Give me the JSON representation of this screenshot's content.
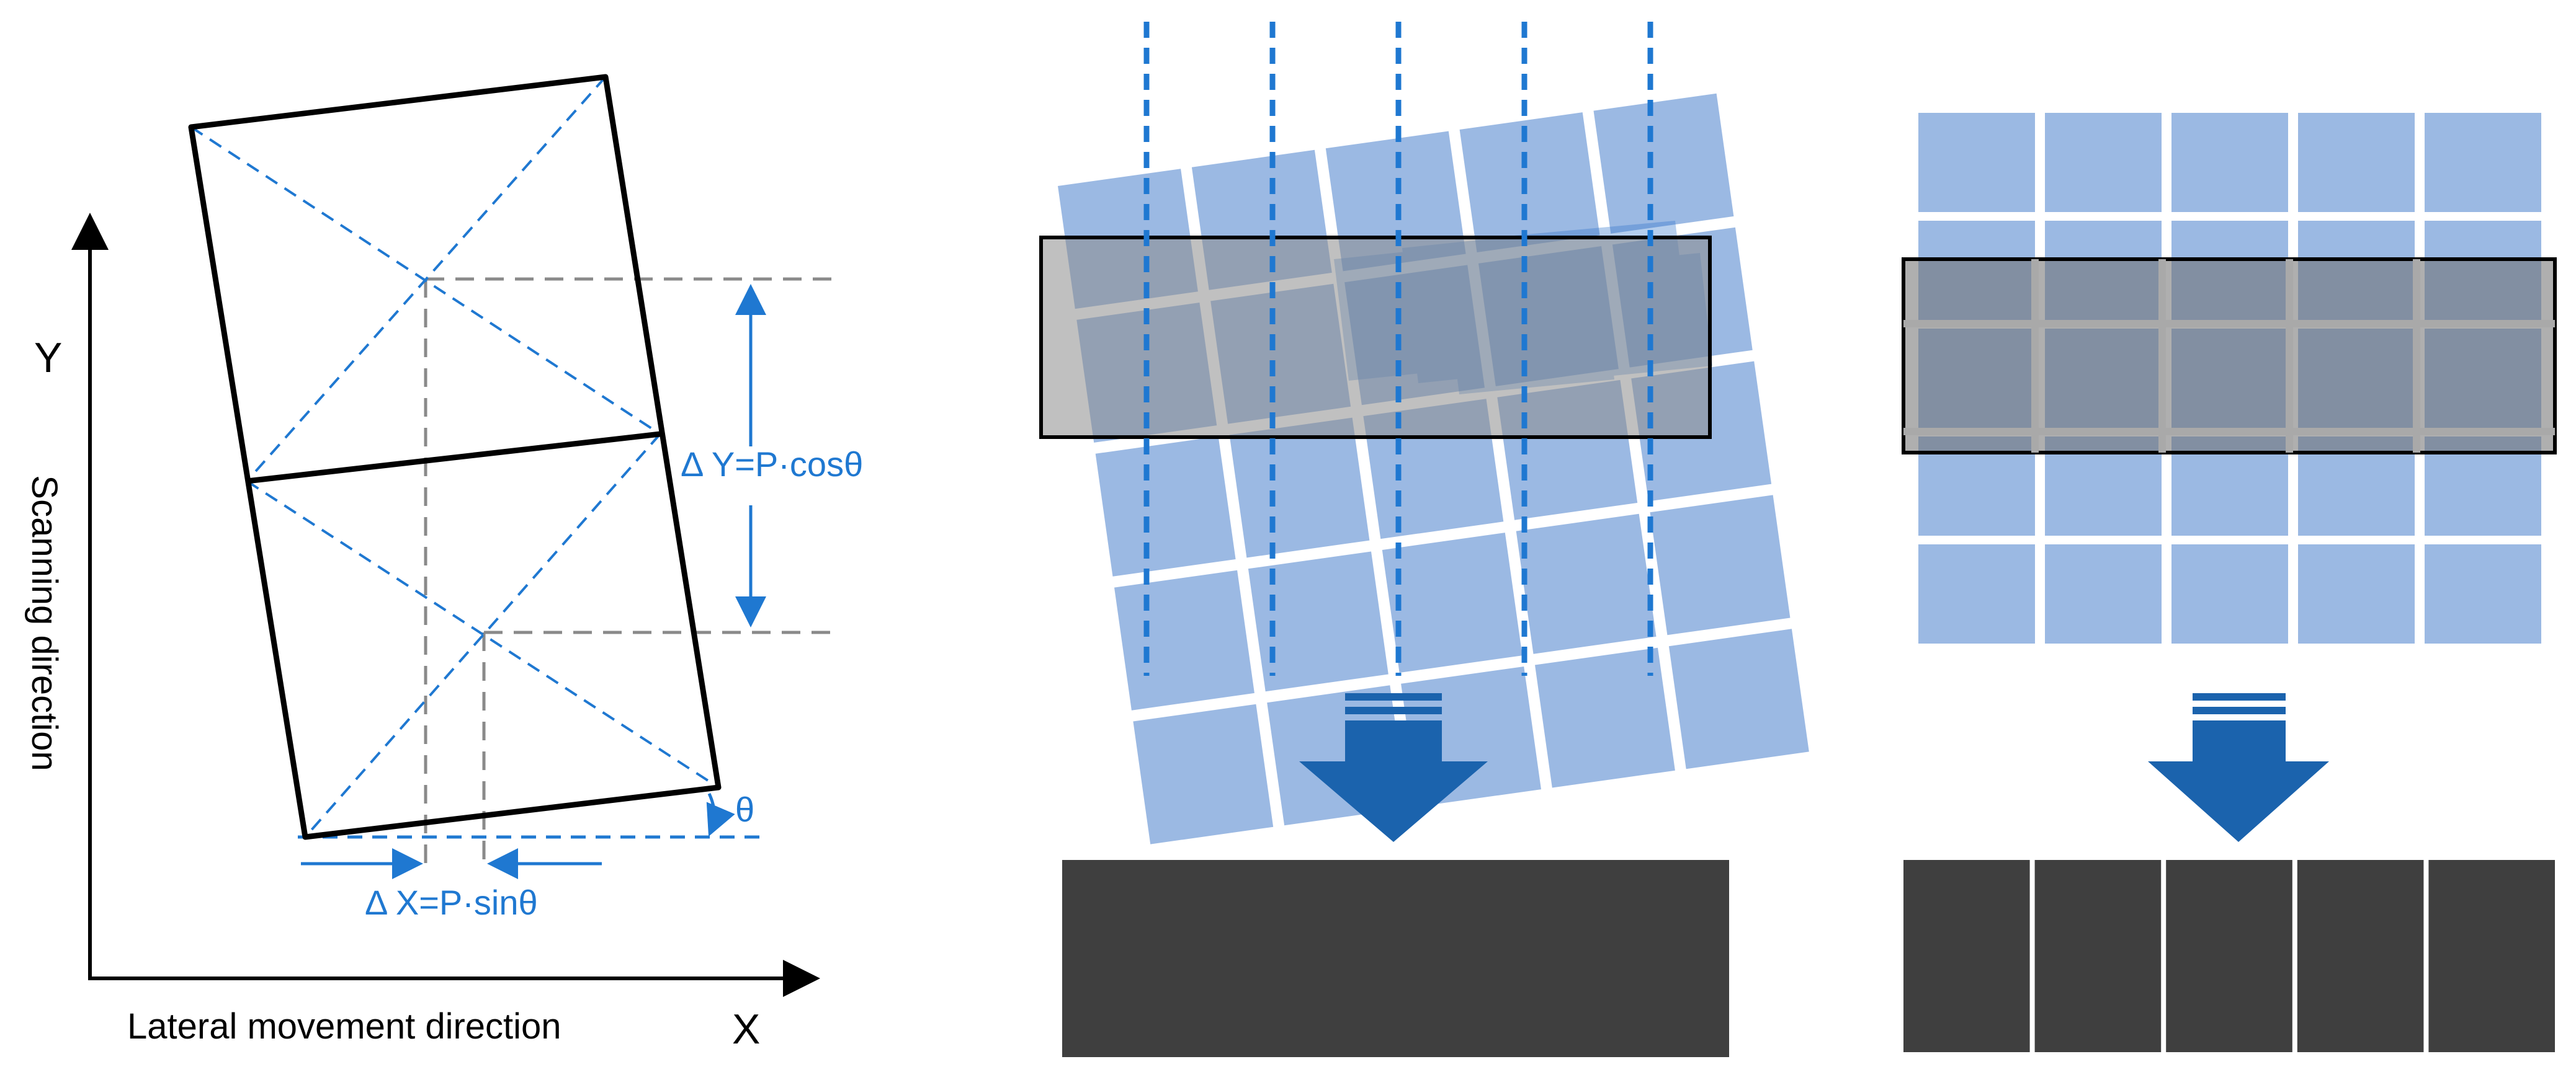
{
  "labels": {
    "y_axis_letter": "Y",
    "x_axis_letter": "X",
    "y_axis_caption": "Scanning direction",
    "x_axis_caption": "Lateral movement direction",
    "delta_y_formula": "Δ Y=P·cosθ",
    "delta_x_formula": "Δ X=P·sinθ",
    "theta_symbol": "θ"
  },
  "colors": {
    "line_black": "#000000",
    "accent_blue": "#1f78d1",
    "guide_gray": "#8a8a8a",
    "cell_blue": "#9bb9e3",
    "window_gray": "#a6a6a6",
    "output_dark": "#3f3f3f",
    "arrow_blue": "#1b63ad"
  },
  "diagram": {
    "tilted_grid": {
      "rows": 5,
      "cols": 5,
      "rotation_deg": -8
    },
    "aligned_grid": {
      "rows": 5,
      "cols": 5
    },
    "scan_lines_count": 5,
    "output_aligned_segments": 5
  }
}
